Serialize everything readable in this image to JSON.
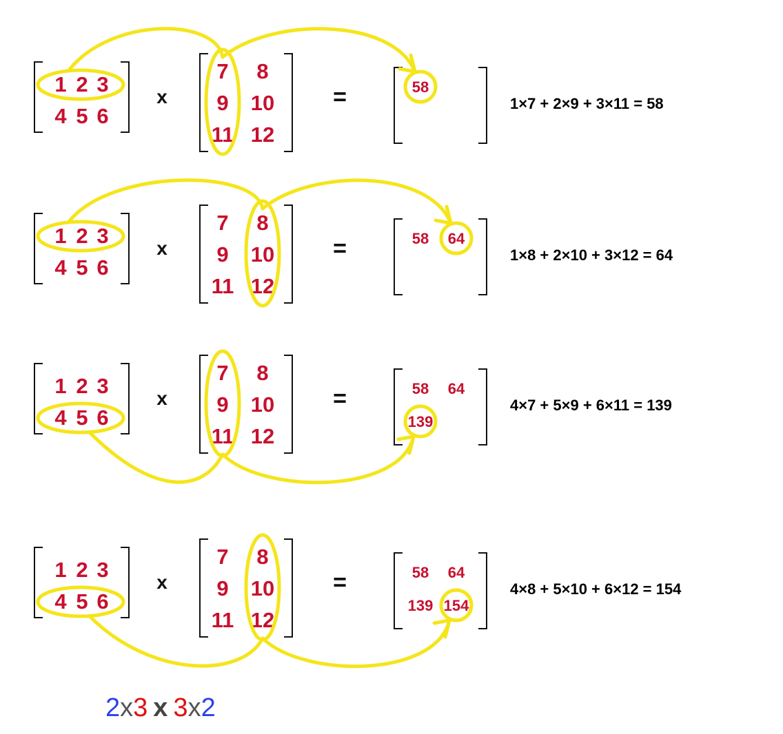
{
  "matrix_a": [
    [
      "1",
      "2",
      "3"
    ],
    [
      "4",
      "5",
      "6"
    ]
  ],
  "matrix_b": [
    [
      "7",
      "8"
    ],
    [
      "9",
      "10"
    ],
    [
      "11",
      "12"
    ]
  ],
  "times_symbol": "x",
  "equals_symbol": "=",
  "steps": [
    {
      "highlight_row": 0,
      "highlight_col": 0,
      "result_cells": [
        [
          "58"
        ]
      ],
      "highlight_result": [
        0,
        0
      ],
      "equation": "1×7 + 2×9 + 3×11 = 58"
    },
    {
      "highlight_row": 0,
      "highlight_col": 1,
      "result_cells": [
        [
          "58",
          "64"
        ]
      ],
      "highlight_result": [
        0,
        1
      ],
      "equation": "1×8 + 2×10 + 3×12 = 64"
    },
    {
      "highlight_row": 1,
      "highlight_col": 0,
      "result_cells": [
        [
          "58",
          "64"
        ],
        [
          "139"
        ]
      ],
      "highlight_result": [
        1,
        0
      ],
      "equation": "4×7 + 5×9 + 6×11 = 139"
    },
    {
      "highlight_row": 1,
      "highlight_col": 1,
      "result_cells": [
        [
          "58",
          "64"
        ],
        [
          "139",
          "154"
        ]
      ],
      "highlight_result": [
        1,
        1
      ],
      "equation": "4×8 + 5×10 + 6×12 = 154"
    }
  ],
  "dimensions": {
    "a_rows": "2",
    "x1": "x",
    "a_cols": "3",
    "times": "x",
    "b_rows": "3",
    "x2": "x",
    "b_cols": "2"
  },
  "colors": {
    "matrix_text": "#c8102e",
    "highlight": "#f5e51b",
    "dim_blue": "#2b3ff2",
    "dim_red": "#e01010"
  }
}
